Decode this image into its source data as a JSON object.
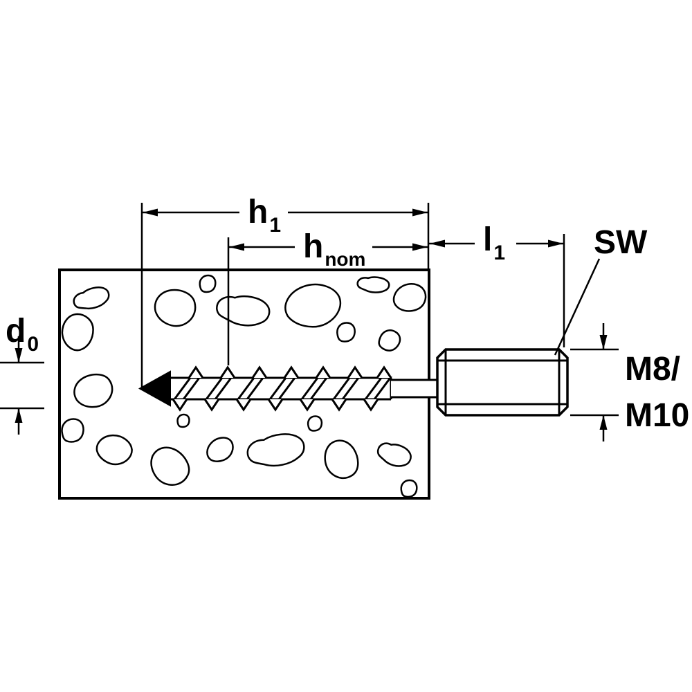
{
  "colors": {
    "line": "#000000",
    "background": "#ffffff"
  },
  "labels": {
    "d0": {
      "main": "d",
      "sub": "0"
    },
    "h1": {
      "main": "h",
      "sub": "1"
    },
    "hnom": {
      "main": "h",
      "sub": "nom"
    },
    "l1": {
      "main": "l",
      "sub": "1"
    },
    "sw": "SW",
    "m8": "M8/",
    "m10": "M10"
  }
}
